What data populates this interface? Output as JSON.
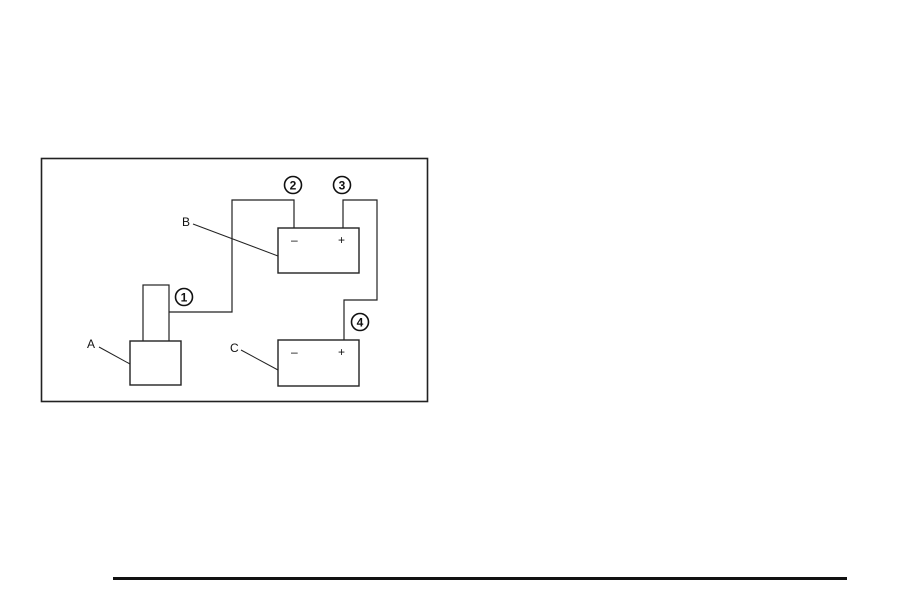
{
  "diagram": {
    "labels": {
      "a": "A",
      "b": "B",
      "c": "C"
    },
    "callouts": [
      "1",
      "2",
      "3",
      "4"
    ],
    "terminals": {
      "b_negative": "–",
      "b_positive": "+",
      "c_negative": "–",
      "c_positive": "+"
    }
  }
}
